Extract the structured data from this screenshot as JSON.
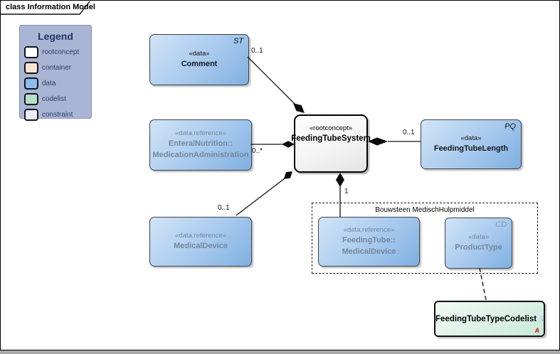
{
  "frame": {
    "tab_label": "class Information Model"
  },
  "legend": {
    "title": "Legend",
    "items": [
      {
        "label": "rootconcept",
        "color": "#ffffff"
      },
      {
        "label": "container",
        "color": "#f7e4d1"
      },
      {
        "label": "data",
        "color": "#8abcec"
      },
      {
        "label": "codelist",
        "color": "#b6e0ca"
      },
      {
        "label": "constraint",
        "color": "#eceffc"
      }
    ]
  },
  "nodes": {
    "comment": {
      "stereotype": "«data»",
      "name": "Comment",
      "tag": "ST"
    },
    "enteral_nutrition": {
      "stereotype": "«data,reference»",
      "name1": "EnteralNutrition::",
      "name2": "MedicationAdministration"
    },
    "medical_device": {
      "stereotype": "«data,reference»",
      "name": "MedicalDevice"
    },
    "feeding_tube_system": {
      "stereotype": "«rootconcept»",
      "name": "FeedingTubeSystem"
    },
    "feeding_tube_length": {
      "stereotype": "«data»",
      "name": "FeedingTubeLength",
      "tag": "PQ"
    },
    "feeding_tube_device": {
      "stereotype": "«data,reference»",
      "name1": "FeedingTube::",
      "name2": "MedicalDevice"
    },
    "product_type": {
      "stereotype": "«data»",
      "name": "ProductType",
      "tag": "CD"
    },
    "codelist": {
      "name": "FeedingTubeTypeCodelist",
      "marker": "A"
    }
  },
  "group": {
    "label": "Bouwsteen MedischHulpmiddel"
  },
  "edges": {
    "comment_mult": "0..1",
    "enteral_mult": "0..*",
    "medical_device_mult": "0..1",
    "length_mult": "0..1",
    "device_mult": "1"
  },
  "colors": {
    "data_fill": "#7fb0e1",
    "codelist_fill": "#c7e9d6",
    "legend_bg": "#a9b5d5",
    "reference_text": "#76879b",
    "marker_red": "#cc1111"
  }
}
